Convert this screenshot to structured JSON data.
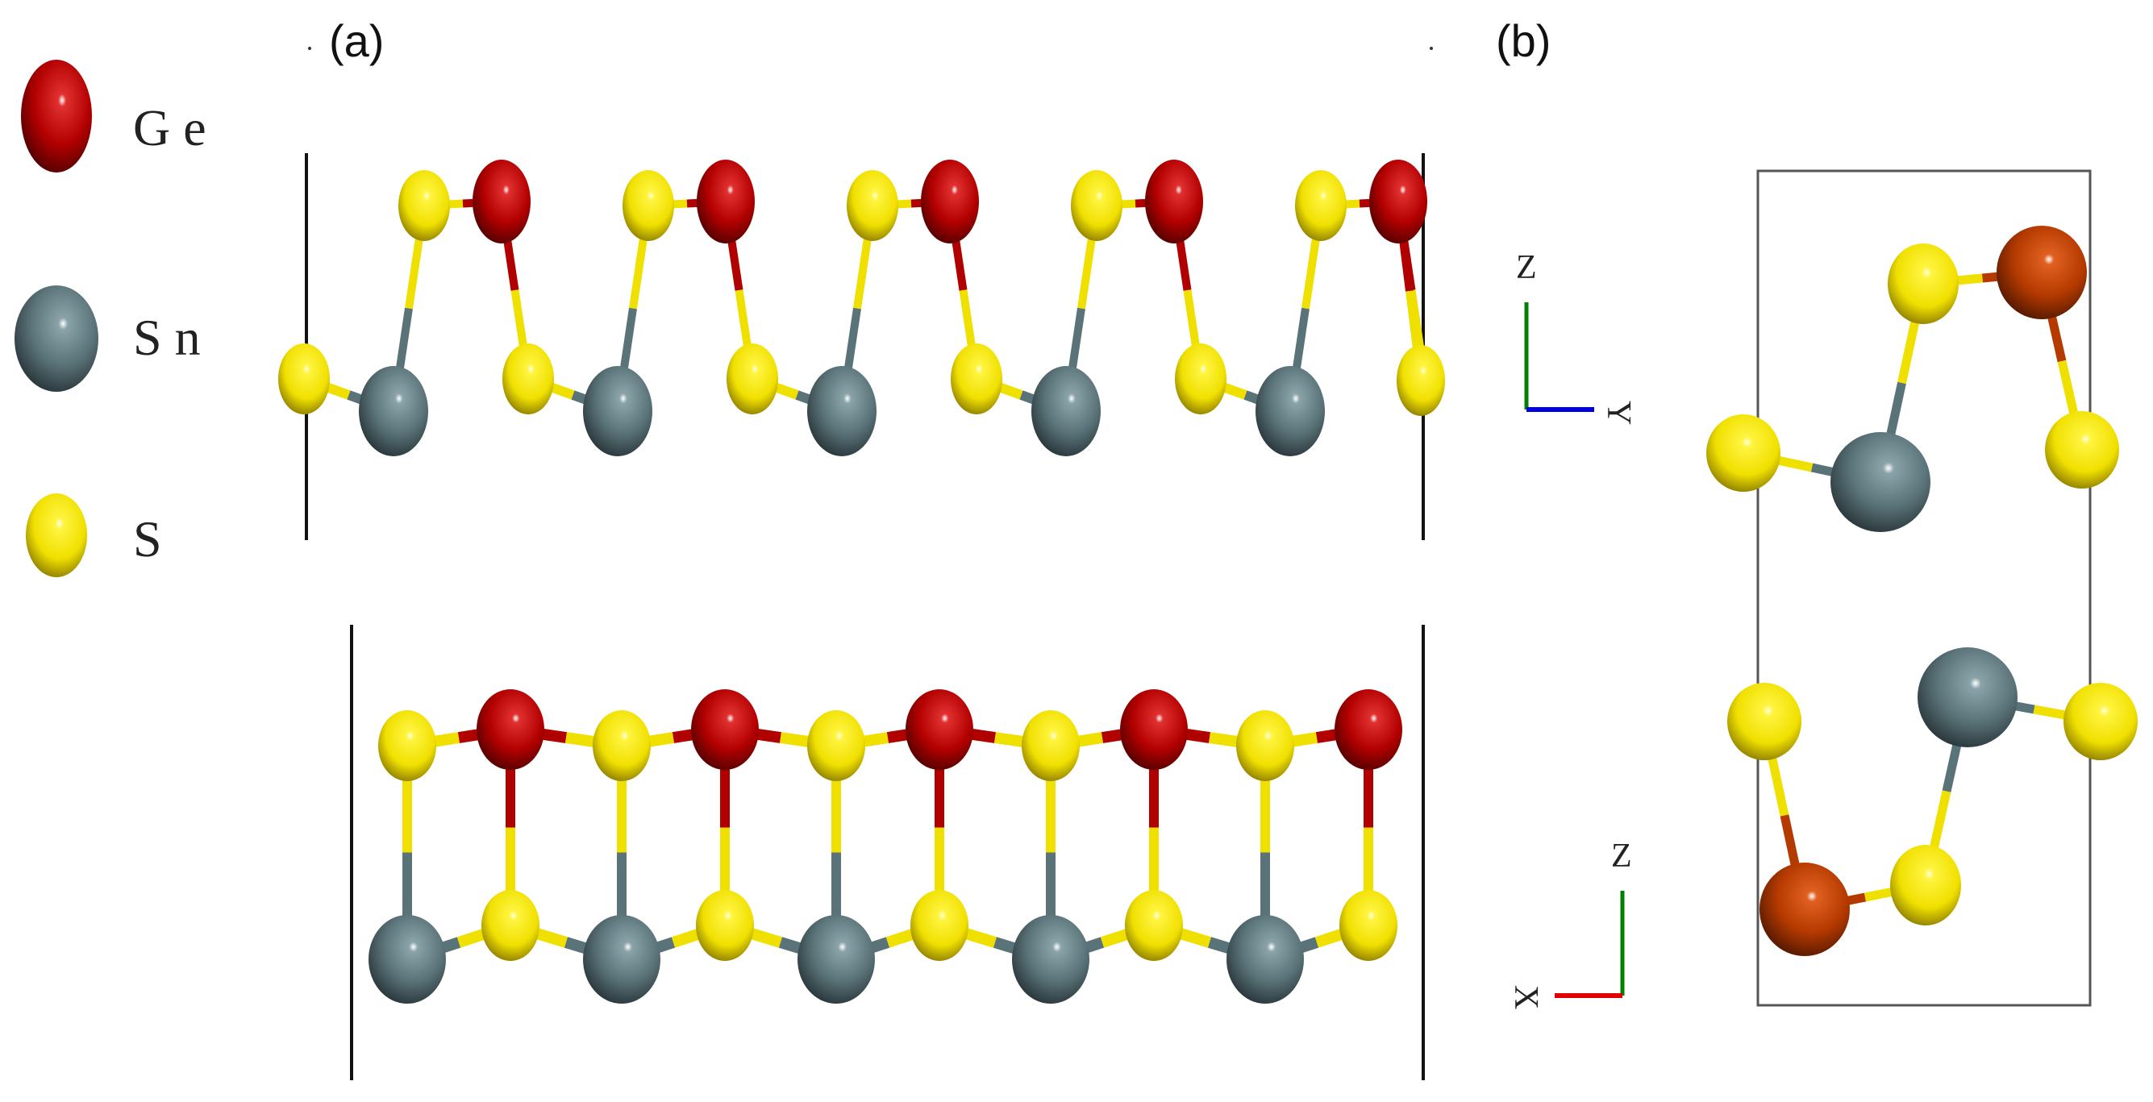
{
  "panels": {
    "a_label": "(a)",
    "b_label": "(b)"
  },
  "legend": [
    {
      "key": "ge",
      "label": "G e",
      "color": "#b00000"
    },
    {
      "key": "sn",
      "label": "S n",
      "color": "#5a7378"
    },
    {
      "key": "s",
      "label": "S",
      "color": "#f0e000"
    }
  ],
  "axes_top": {
    "vertical": "Z",
    "horizontal": "Y"
  },
  "axes_bottom": {
    "vertical": "Z",
    "horizontal": "X"
  },
  "colors": {
    "ge": "#b00000",
    "ge_b": "#b53a00",
    "sn": "#5a7378",
    "s": "#f0e000",
    "axis_x": "#e00000",
    "axis_y": "#0000e0",
    "axis_z": "#008000"
  }
}
